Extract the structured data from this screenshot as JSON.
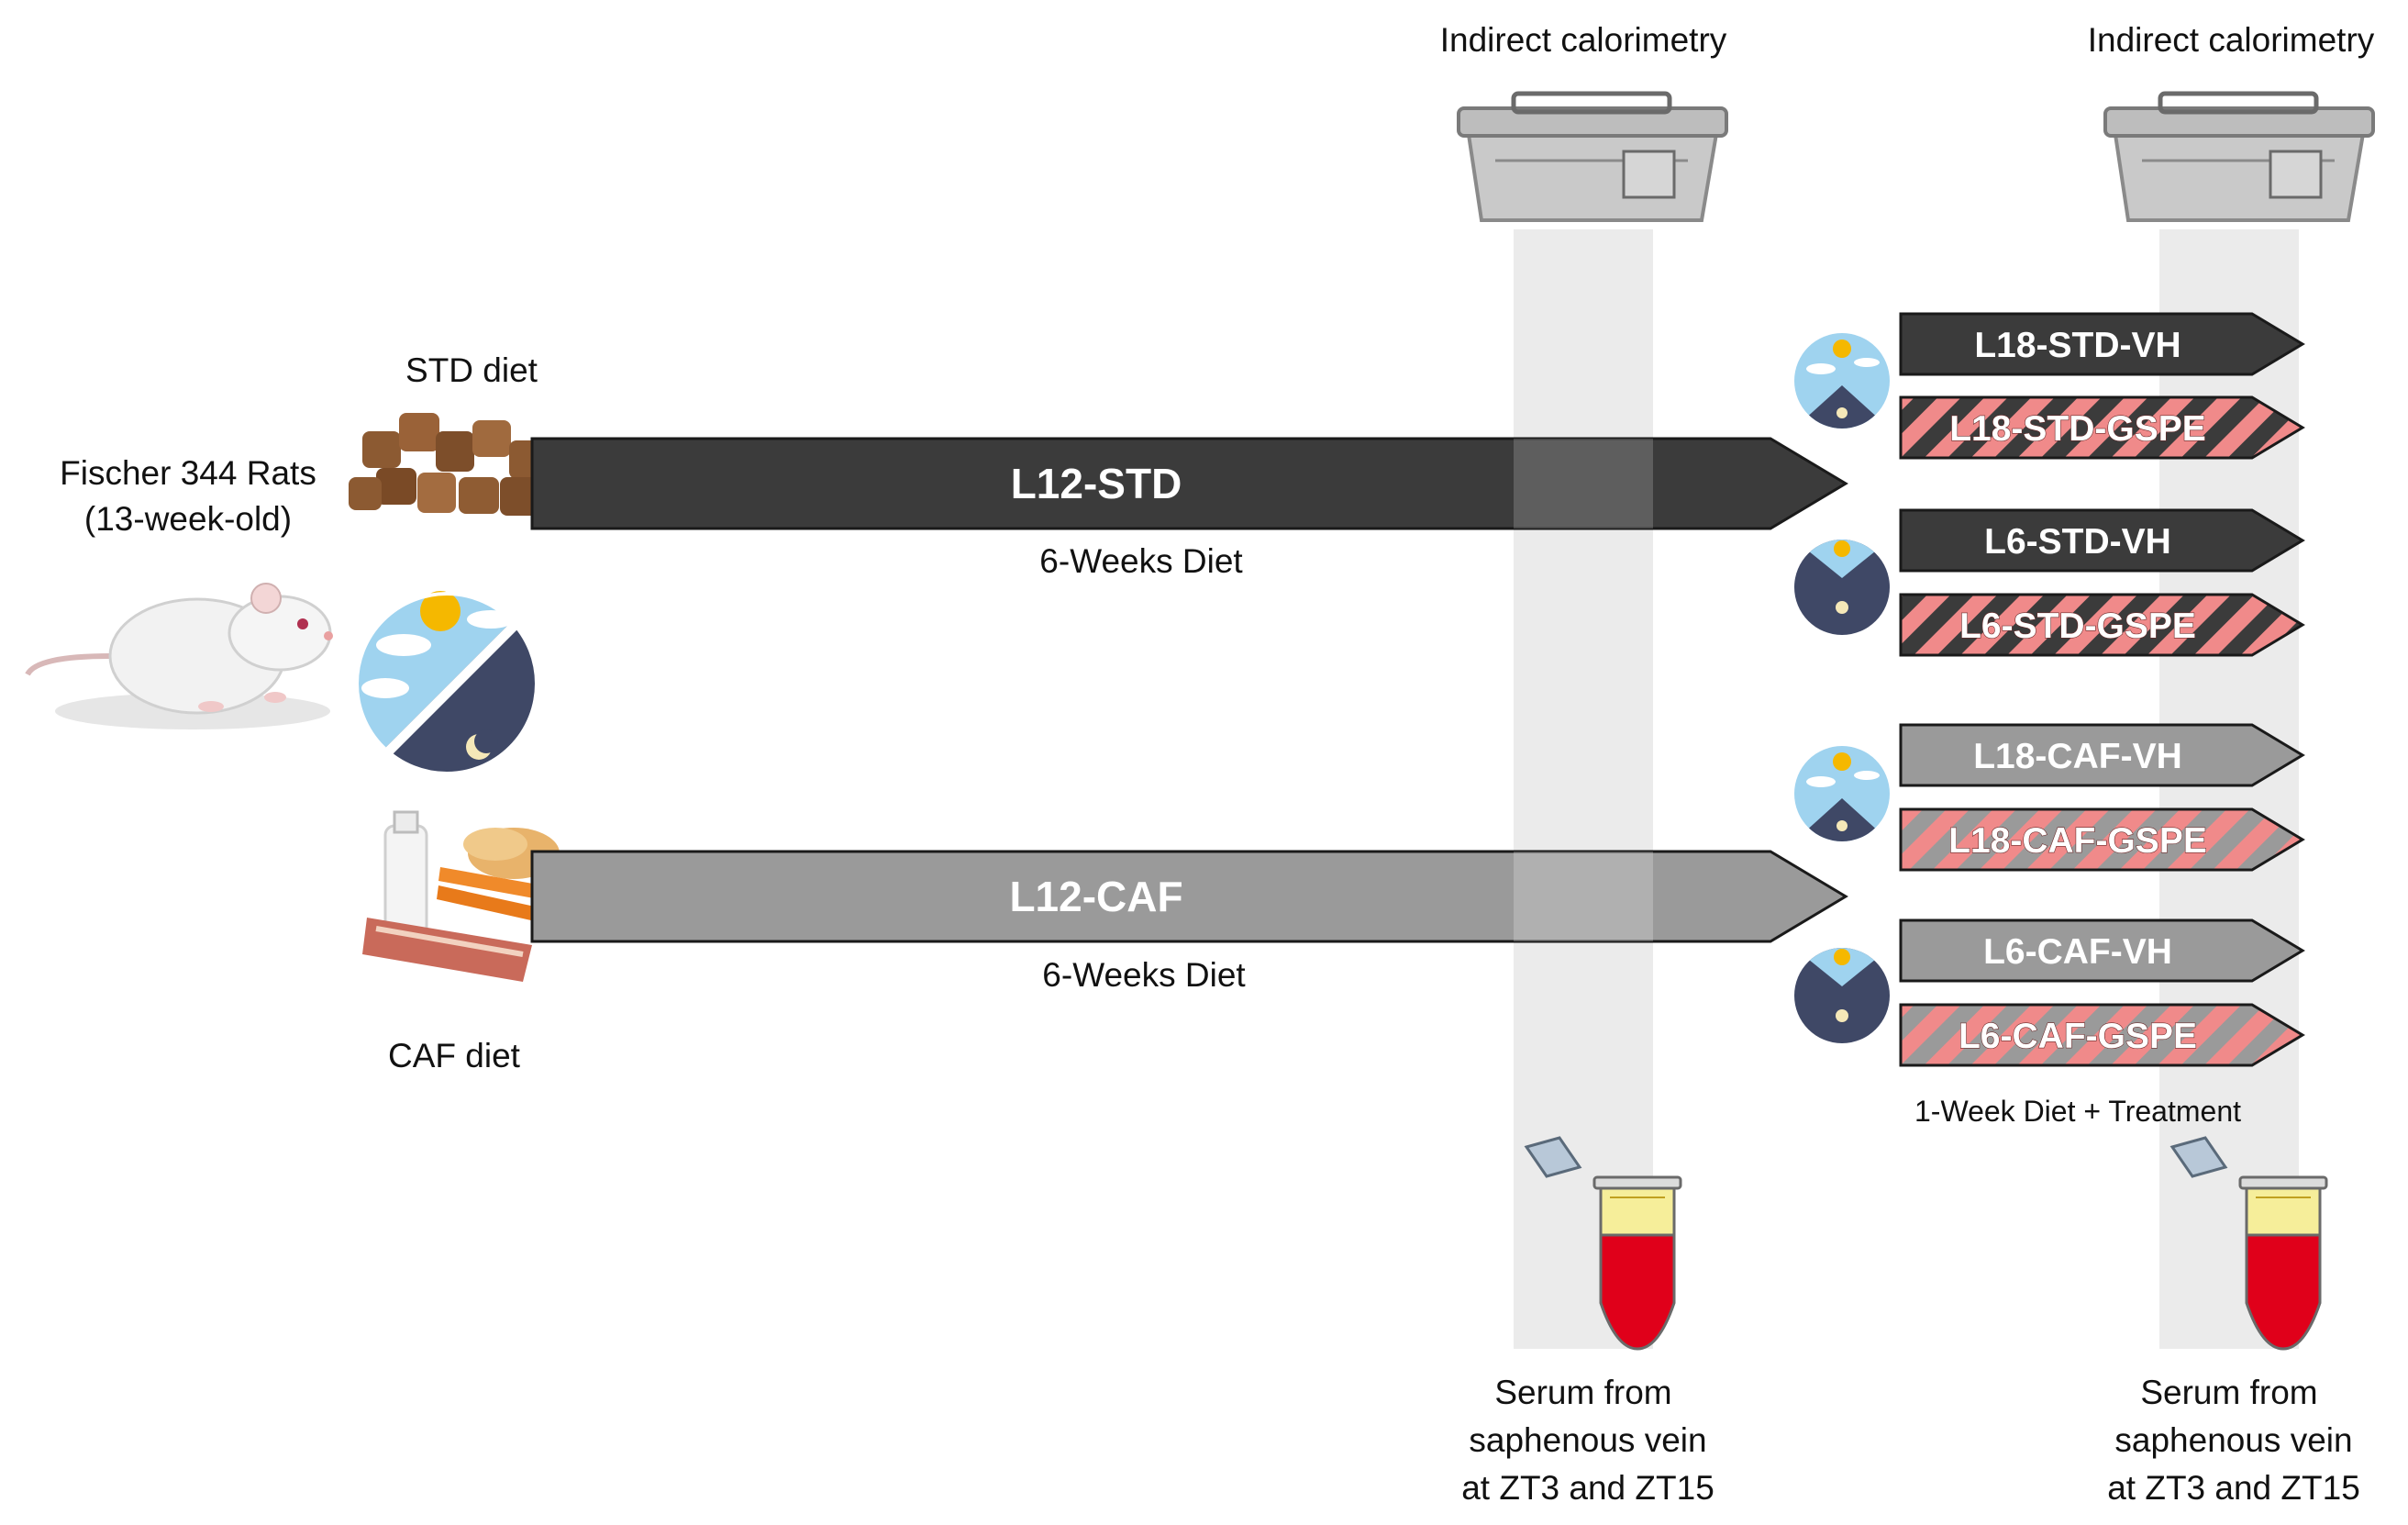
{
  "title_left_calorimetry": "Indirect calorimetry",
  "title_right_calorimetry": "Indirect calorimetry",
  "subjects": {
    "line1": "Fischer 344 Rats",
    "line2": "(13-week-old)"
  },
  "std_diet_label": "STD diet",
  "caf_diet_label": "CAF diet",
  "main_arrows": [
    {
      "label": "L12-STD",
      "duration": "6-Weeks Diet",
      "color": "#3b3b3b"
    },
    {
      "label": "L12-CAF",
      "duration": "6-Weeks Diet",
      "color": "#9a9a9a"
    }
  ],
  "groups": [
    {
      "label": "L18-STD-VH",
      "style": "solid",
      "color": "#3b3b3b"
    },
    {
      "label": "L18-STD-GSPE",
      "style": "striped",
      "color": "#3b3b3b"
    },
    {
      "label": "L6-STD-VH",
      "style": "solid",
      "color": "#3b3b3b"
    },
    {
      "label": "L6-STD-GSPE",
      "style": "striped",
      "color": "#3b3b3b"
    },
    {
      "label": "L18-CAF-VH",
      "style": "solid",
      "color": "#9a9a9a"
    },
    {
      "label": "L18-CAF-GSPE",
      "style": "striped",
      "color": "#9a9a9a"
    },
    {
      "label": "L6-CAF-VH",
      "style": "solid",
      "color": "#9a9a9a"
    },
    {
      "label": "L6-CAF-GSPE",
      "style": "striped",
      "color": "#9a9a9a"
    }
  ],
  "treatment_label": "1-Week Diet + Treatment",
  "serum_left": {
    "line1": "Serum from",
    "line2": "saphenous vein",
    "line3": "at ZT3 and ZT15"
  },
  "serum_right": {
    "line1": "Serum from",
    "line2": "saphenous vein",
    "line3": "at ZT3 and ZT15"
  },
  "colors": {
    "dark_arrow": "#3b3b3b",
    "light_arrow": "#9a9a9a",
    "stripe_pink": "#f08a8a",
    "sky": "#9fd3ef",
    "night": "#3f4866",
    "sun": "#f5b800",
    "blood": "#e0001a",
    "serum": "#f6ee9a"
  }
}
